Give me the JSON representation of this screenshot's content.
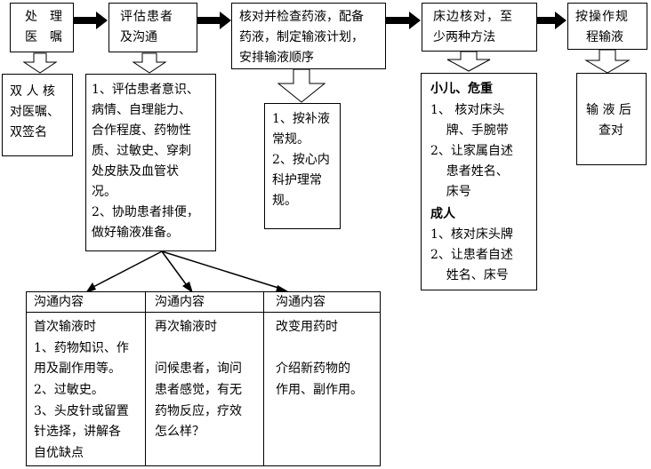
{
  "steps": {
    "verify_order": [
      "处　理",
      "医　嘱"
    ],
    "assess": [
      "评估患者",
      "及沟通"
    ],
    "check": [
      "核对并检查药液，配备",
      "药液，制定输液计划，",
      "安排输液顺序"
    ],
    "bedside": [
      "床边核对，至",
      "少两种方法"
    ],
    "infuse": [
      "按操作规",
      "程输液"
    ]
  },
  "details": {
    "double_check": [
      "双 人 核",
      "对医嘱、",
      "双签名"
    ],
    "assess_detail": [
      "1、评估患者意识、",
      "病情、自理能力、",
      "合作程度、药物性",
      "质、过敏史、穿刺",
      "处皮肤及血管状",
      "况。",
      "2、协助患者排便，",
      "做好输液准备。"
    ],
    "order_rules": [
      "1、按补液",
      "常规。",
      "2、按心内",
      "科护理常",
      "规。"
    ],
    "identify": {
      "child_title": "小儿、危重",
      "child_items": [
        "1、 核对床头",
        "    牌、手腕带",
        "2、让家属自述",
        "    患者姓名、",
        "    床号"
      ],
      "adult_title": "成人",
      "adult_items": [
        "1、核对床头牌",
        "2、让患者自述",
        "    姓名、床号"
      ]
    },
    "after_infusion": [
      "输 液 后",
      "查对"
    ]
  },
  "communication": [
    {
      "header": "沟通内容",
      "title": "首次输液时",
      "lines": [
        "1、药物知识、作",
        "用及副作用等。",
        "2、过敏史。",
        "3、头皮针或留置",
        "针选择，讲解各",
        "自优缺点"
      ]
    },
    {
      "header": "沟通内容",
      "title": "再次输液时",
      "lines": [
        "",
        "问候患者，询问",
        "患者感觉，有无",
        "药物反应，疗效",
        "怎么样？"
      ]
    },
    {
      "header": "沟通内容",
      "title": "改变用药时",
      "lines": [
        "",
        "介绍新药物的",
        "作用、副作用。"
      ]
    }
  ]
}
